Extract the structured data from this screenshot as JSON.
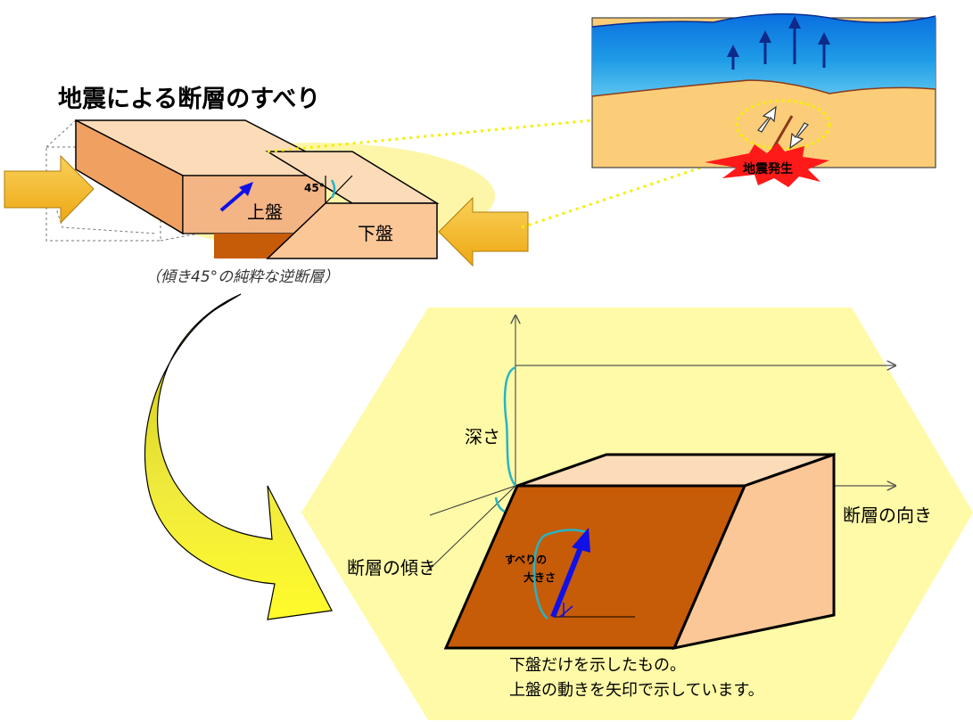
{
  "title": "地震による断層のすべり",
  "block_labels": {
    "hanging_wall": "上盤",
    "footwall": "下盤",
    "angle": "45°"
  },
  "block_note": "（傾き45°の純粋な逆断層）",
  "inset": {
    "burst_label": "地震発生"
  },
  "detail": {
    "depth_label": "深さ",
    "strike_label": "断層の向き",
    "dip_label": "断層の傾き",
    "slip_label_line1": "すべりの",
    "slip_label_line2": "大きさ",
    "caption_line1": "下盤だけを示したもの。",
    "caption_line2": "上盤の動きを矢印で示しています。"
  },
  "colors": {
    "sea": "#1f6fd0",
    "sand": "#fbcd78",
    "arrow_orange": "#f2b417",
    "block_light": "#fbc797",
    "block_mid": "#f2a162",
    "block_dark": "#c65b08",
    "hex": "#fffaa7",
    "big_arrow": "#e9e41c",
    "slip_arrow": "#1010e8",
    "angle_mark": "#25b4c8",
    "burst": "#ff1a1a"
  }
}
